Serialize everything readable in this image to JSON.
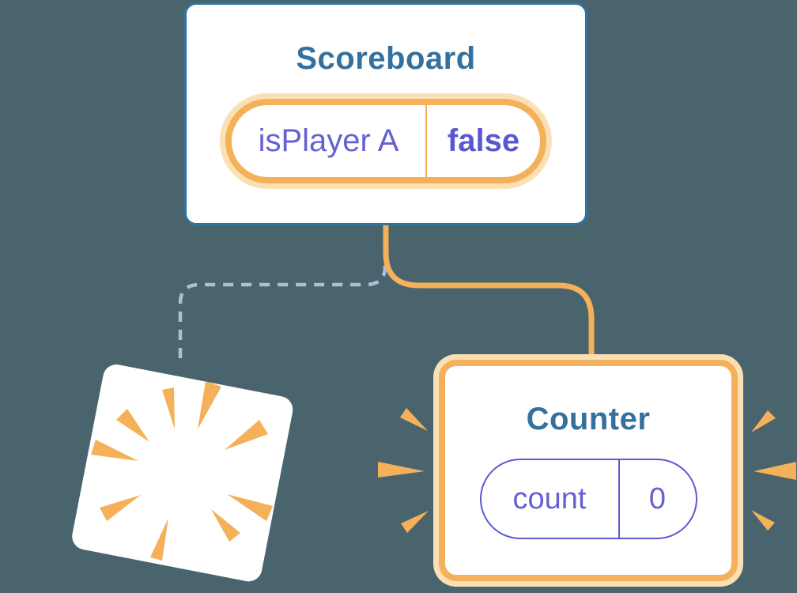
{
  "palette": {
    "bg": "#4A646E",
    "card": "#FFFFFF",
    "orange": "#F4B159",
    "orange-pale": "#FBE0B5",
    "blue-border": "#2E73A2",
    "title": "#35719E",
    "purple": "#6561D3",
    "purple-bold": "#5B57D1",
    "purple-border": "#5A5BD0",
    "dash-blue": "#A6C2D8"
  },
  "scoreboard": {
    "title": "Scoreboard",
    "state": {
      "name": "isPlayer A",
      "value": "false"
    }
  },
  "counter": {
    "title": "Counter",
    "state": {
      "name": "count",
      "value": "0"
    }
  },
  "icons": {
    "sparkles": "sparkles-icon",
    "poof": "poof-burst-icon",
    "emphasis_left": "emphasis-rays-left-icon",
    "emphasis_right": "emphasis-rays-right-icon"
  }
}
